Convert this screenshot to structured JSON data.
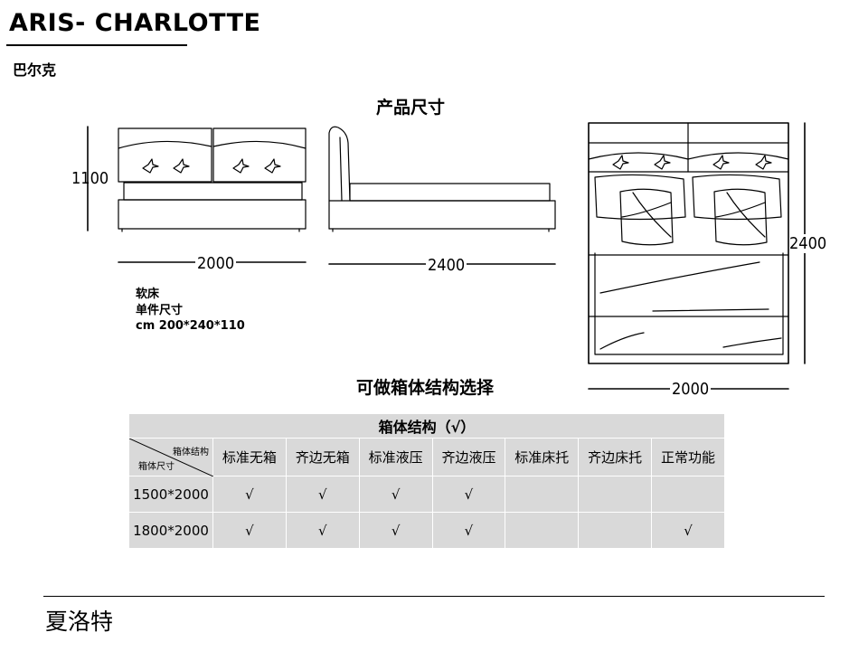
{
  "header": {
    "title": "ARIS- CHARLOTTE",
    "subtitle": "巴尔克"
  },
  "section": {
    "title": "产品尺寸"
  },
  "dimensions": {
    "height": "1100",
    "front_width": "2000",
    "side_length": "2400",
    "top_length": "2400",
    "top_width": "2000"
  },
  "spec": {
    "line1": "软床",
    "line2": "单件尺寸",
    "line3": "cm 200*240*110"
  },
  "box": {
    "heading": "可做箱体结构选择",
    "table_title": "箱体结构（√）",
    "corner_top": "箱体结构",
    "corner_bottom": "箱体尺寸",
    "columns": [
      "标准无箱",
      "齐边无箱",
      "标准液压",
      "齐边液压",
      "标准床托",
      "齐边床托",
      "正常功能"
    ],
    "rows": [
      {
        "size": "1500*2000",
        "cells": [
          "√",
          "√",
          "√",
          "√",
          "",
          "",
          ""
        ]
      },
      {
        "size": "1800*2000",
        "cells": [
          "√",
          "√",
          "√",
          "√",
          "",
          "",
          "√"
        ]
      }
    ]
  },
  "footer": {
    "text": "夏洛特"
  }
}
